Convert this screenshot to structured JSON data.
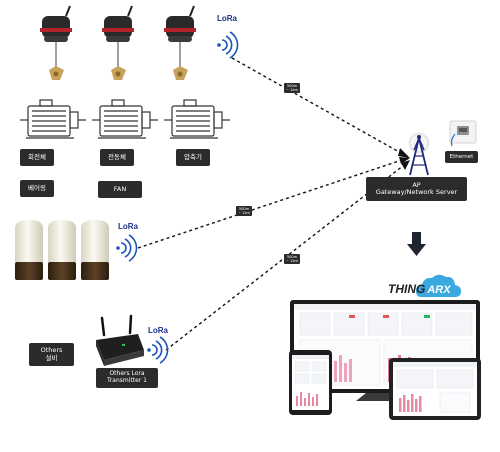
{
  "diagram": {
    "lora_label": "LoRa",
    "sensor_labels": [
      "회전체",
      "전동체",
      "압축기"
    ],
    "sensor_labels_row2": [
      "베어링",
      "FAN"
    ],
    "others_label": "Others\n설비",
    "transmitter_label": "Others Lora\nTransmitter 1",
    "range_badges": [
      "500m\n~ 1km",
      "500m\n~ 1km",
      "500m\n~ 1km"
    ],
    "gateway_label": "AP\nGateway/Network Server",
    "ethernet_label": "Ethernet",
    "platform_name": {
      "part1": "THING",
      "part2": "ARX"
    },
    "colors": {
      "lora_blue": "#1a55b8",
      "label_bg": "#2b2b2b",
      "thingarx_cloud": "#3aa9e0"
    }
  }
}
